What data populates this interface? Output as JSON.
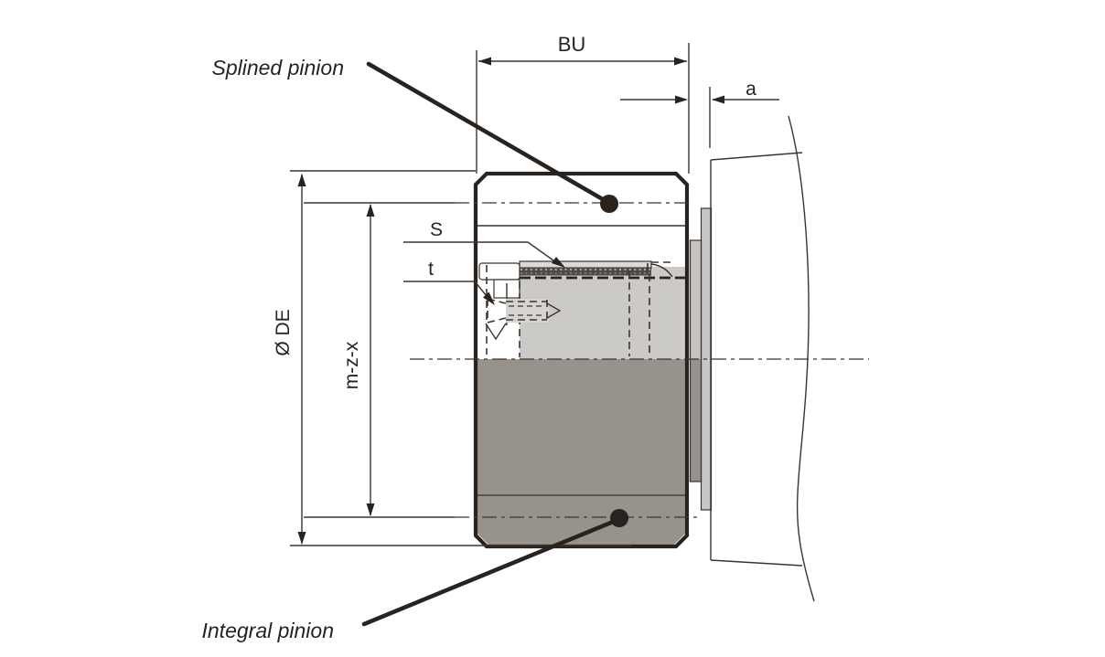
{
  "diagram": {
    "kind": "technical-section-drawing",
    "subject": "pinion mounting on gearbox"
  },
  "callouts": {
    "splined_pinion": "Splined pinion",
    "integral_pinion": "Integral pinion"
  },
  "dimensions": {
    "pinion_width": "BU",
    "axial_offset": "a",
    "spline_ref": "S",
    "screw_ref": "t",
    "outer_diameter": "Ø DE",
    "gear_spec": "m-z-x"
  },
  "colors": {
    "paper": "#ffffff",
    "ink": "#29231f",
    "line": "#3b3530",
    "dark_half": "#97928c",
    "sleeve": "#cccac7",
    "spline_band": "#4e4a45",
    "ring_light": "#c6c3c1",
    "ring_dark": "#96928f",
    "spacer": "#c9c7c5"
  }
}
